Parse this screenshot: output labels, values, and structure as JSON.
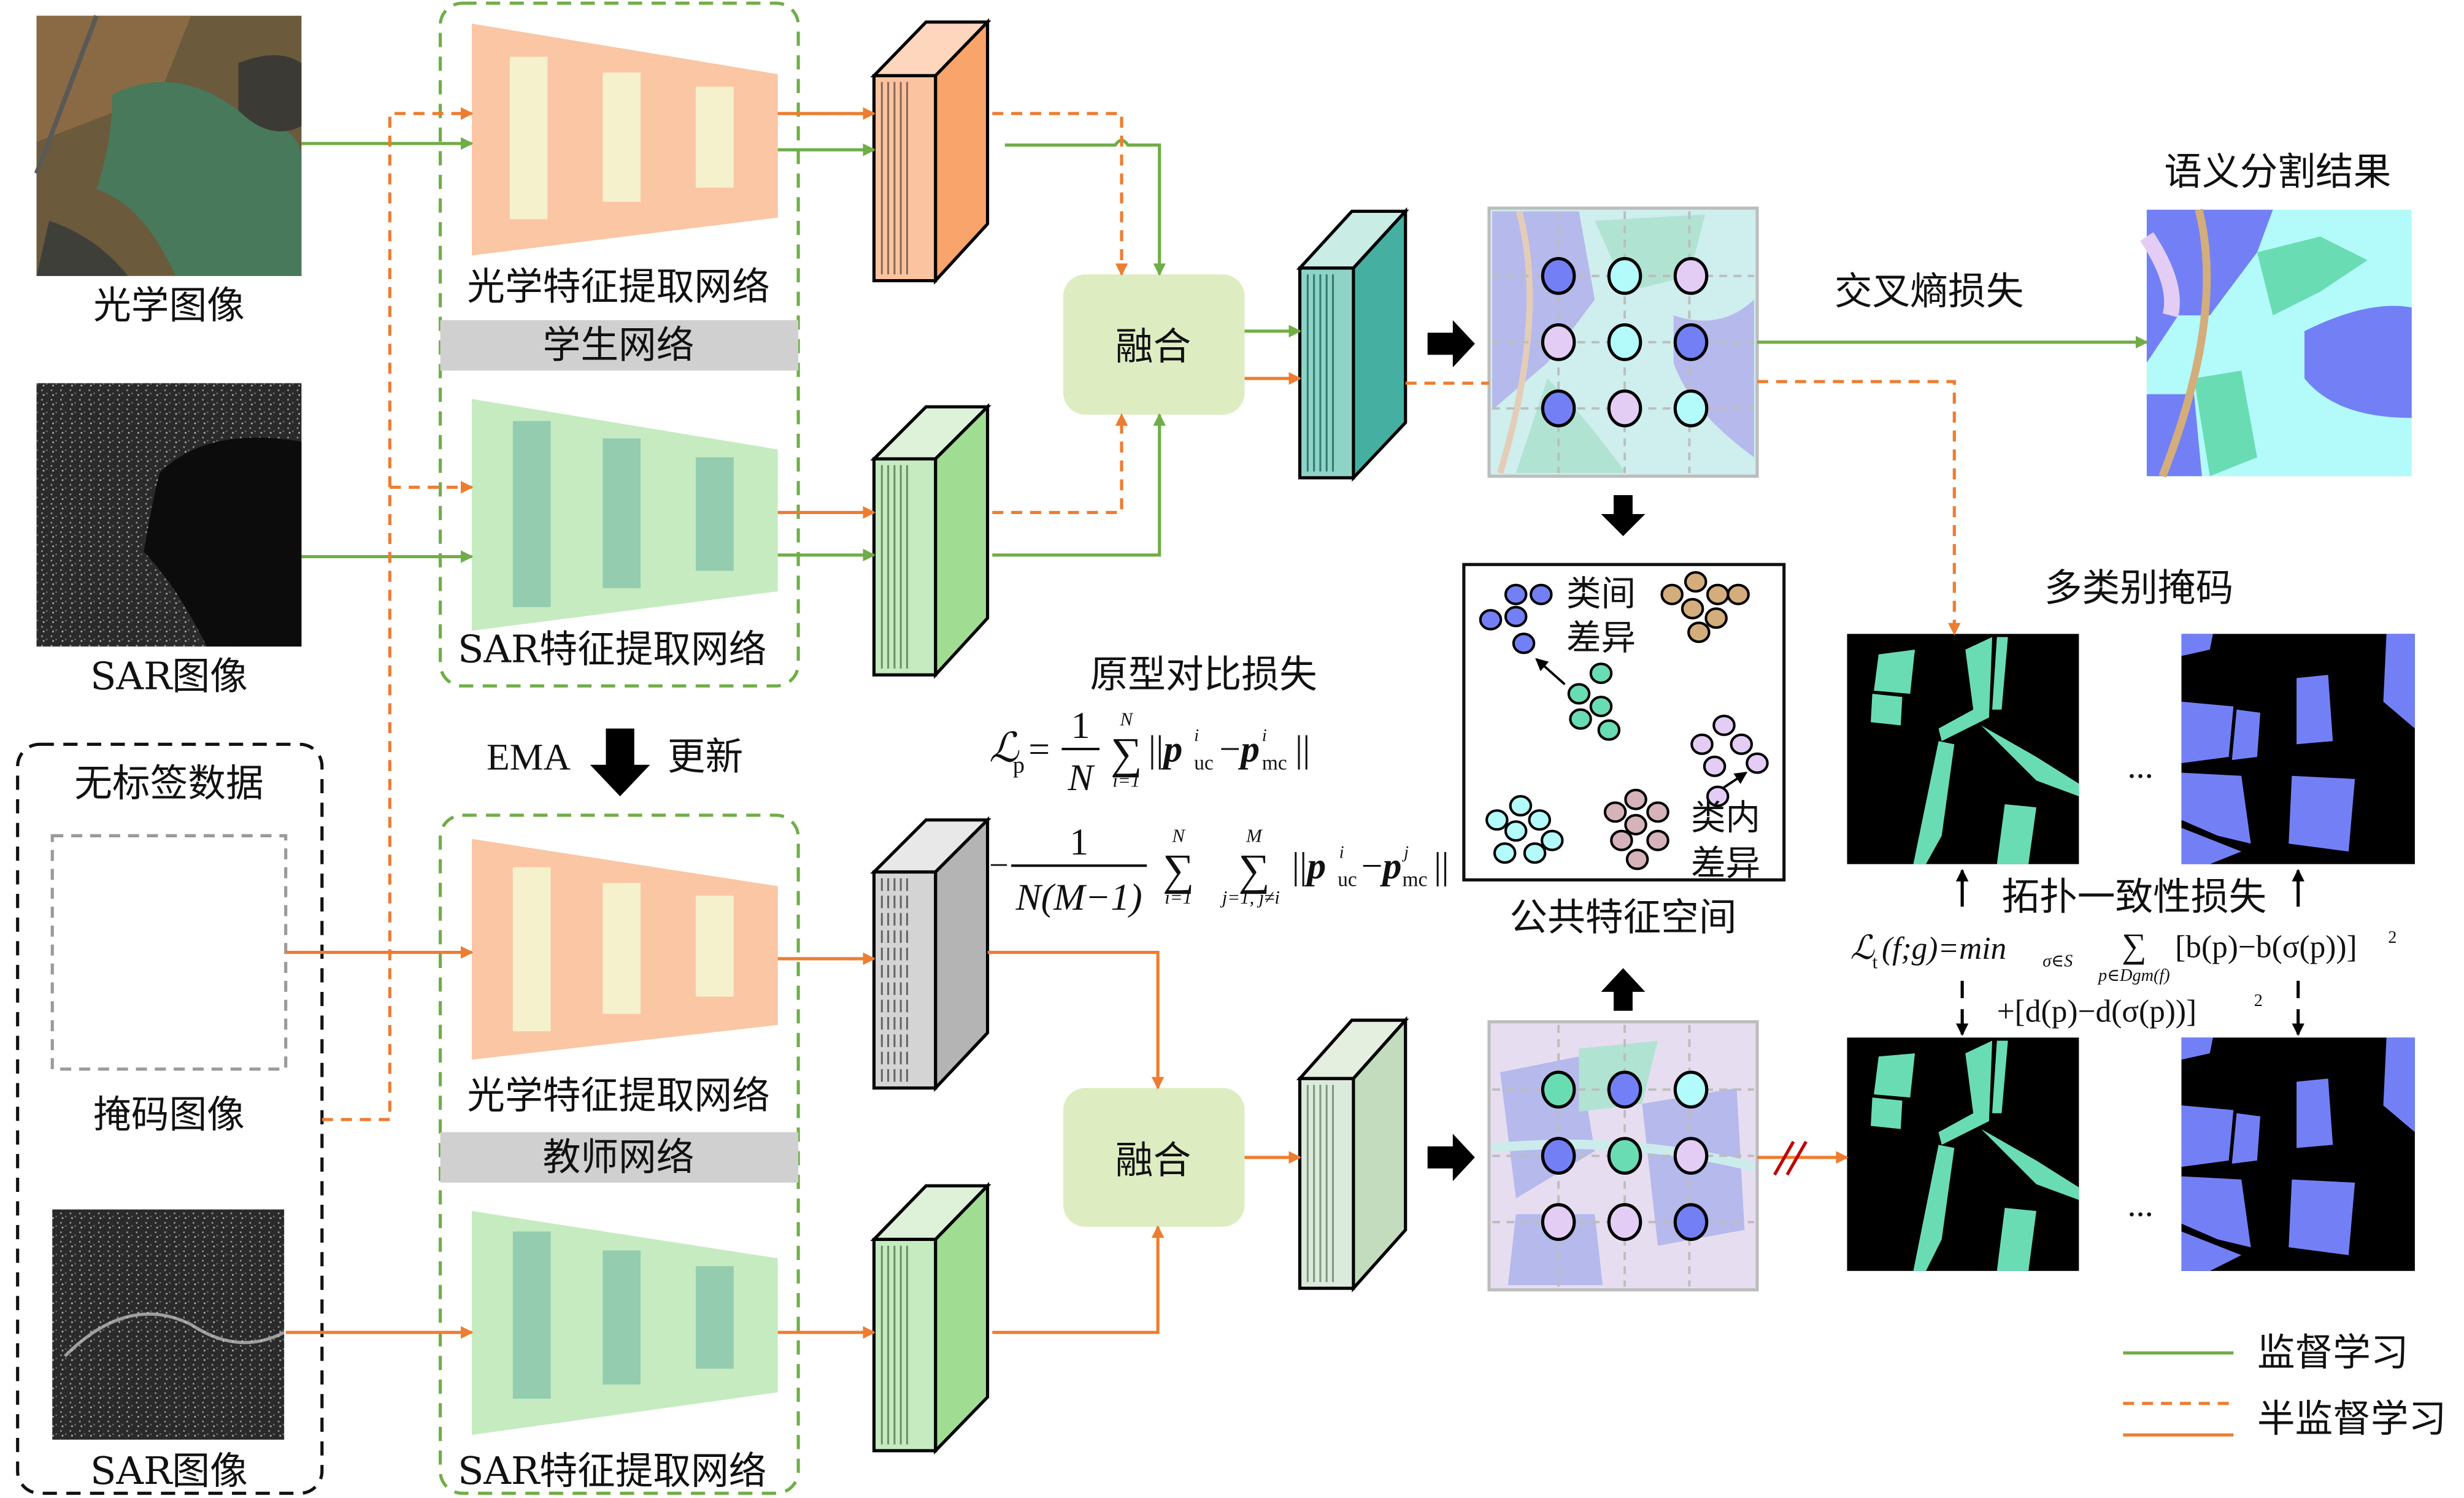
{
  "labels": {
    "optical_image": "光学图像",
    "sar_image": "SAR图像",
    "unlabeled_data": "无标签数据",
    "mask_image": "掩码图像",
    "sar_image_unlabeled": "SAR图像",
    "optical_encoder_student": "光学特征提取网络",
    "student_network": "学生网络",
    "sar_encoder_student": "SAR特征提取网络",
    "ema": "EMA",
    "update": "更新",
    "optical_encoder_teacher": "光学特征提取网络",
    "teacher_network": "教师网络",
    "sar_encoder_teacher": "SAR特征提取网络",
    "fusion_top": "融合",
    "fusion_bottom": "融合",
    "prototype_loss": "原型对比损失",
    "common_feature_space": "公共特征空间",
    "inter_class_1": "类间",
    "inter_class_2": "差异",
    "intra_class_1": "类内",
    "intra_class_2": "差异",
    "cross_entropy_loss": "交叉熵损失",
    "segmentation_result": "语义分割结果",
    "multi_class_mask": "多类别掩码",
    "topology_loss": "拓扑一致性损失",
    "ellipsis_top": "...",
    "ellipsis_bottom": "..."
  },
  "formulas": {
    "lp": {
      "lhs": "ℒ",
      "lhs_sub": "p",
      "eq": "=",
      "frac1_num": "1",
      "frac1_den": "N",
      "sum1_top": "N",
      "sum1_bottom": "i=1",
      "term1": "||p",
      "term1_sup_a": "i",
      "term1_sub_a": "uc",
      "term1_minus": "−p",
      "term1_sup_b": "i",
      "term1_sub_b": "mc",
      "term1_end": "||",
      "line2_minus": "−",
      "frac2_num": "1",
      "frac2_den": "N(M−1)",
      "sum2_top": "N",
      "sum2_bottom": "i=1",
      "sum3_top": "M",
      "sum3_bottom": "j=1, j≠i",
      "term2_sup_a": "i",
      "term2_sub_a": "uc",
      "term2_sup_b": "j",
      "term2_sub_b": "mc"
    },
    "lt": {
      "line1_lhs": "ℒ",
      "line1_lhs_sub": "t",
      "line1_args": "(f;g)=min",
      "line1_min_sub": "σ∈S",
      "line1_sum": "∑",
      "line1_sum_sub": "p∈Dgm(f)",
      "line1_term": "[b(p)−b(σ(p))]",
      "line1_sup": "2",
      "line2_term": "+[d(p)−d(σ(p))]",
      "line2_sup": "2"
    }
  },
  "legend": [
    {
      "label": "监督学习",
      "style": "solid",
      "color": "#70ad47"
    },
    {
      "label": "半监督学习",
      "style": "dashed+solid",
      "color": "#ed7d31"
    }
  ],
  "colors": {
    "supervised": "#70ad47",
    "semi_supervised": "#ed7d31",
    "student_box": "#70ad47",
    "optical_encoder": "#fbc6a4",
    "optical_encoder_inner": "#f5f1cd",
    "sar_encoder": "#c6ebc1",
    "sar_encoder_inner": "#93ccae",
    "network_bar": "#d0d0d0",
    "fusion": "#deecc2",
    "class_blue": "#7380f5",
    "class_cyan": "#b3fafa",
    "class_lilac": "#e3cdf5",
    "class_green": "#6adcb4",
    "class_tan": "#d3ad7c",
    "class_rose": "#d6b3b8",
    "break_mark": "#c00000"
  },
  "feature_grid_top": [
    [
      "class_blue",
      "class_cyan",
      "class_lilac"
    ],
    [
      "class_lilac",
      "class_cyan",
      "class_blue"
    ],
    [
      "class_blue",
      "class_lilac",
      "class_cyan"
    ]
  ],
  "feature_grid_bottom": [
    [
      "class_green",
      "class_blue",
      "class_cyan"
    ],
    [
      "class_blue",
      "class_green",
      "class_lilac"
    ],
    [
      "class_lilac",
      "class_lilac",
      "class_blue"
    ]
  ]
}
